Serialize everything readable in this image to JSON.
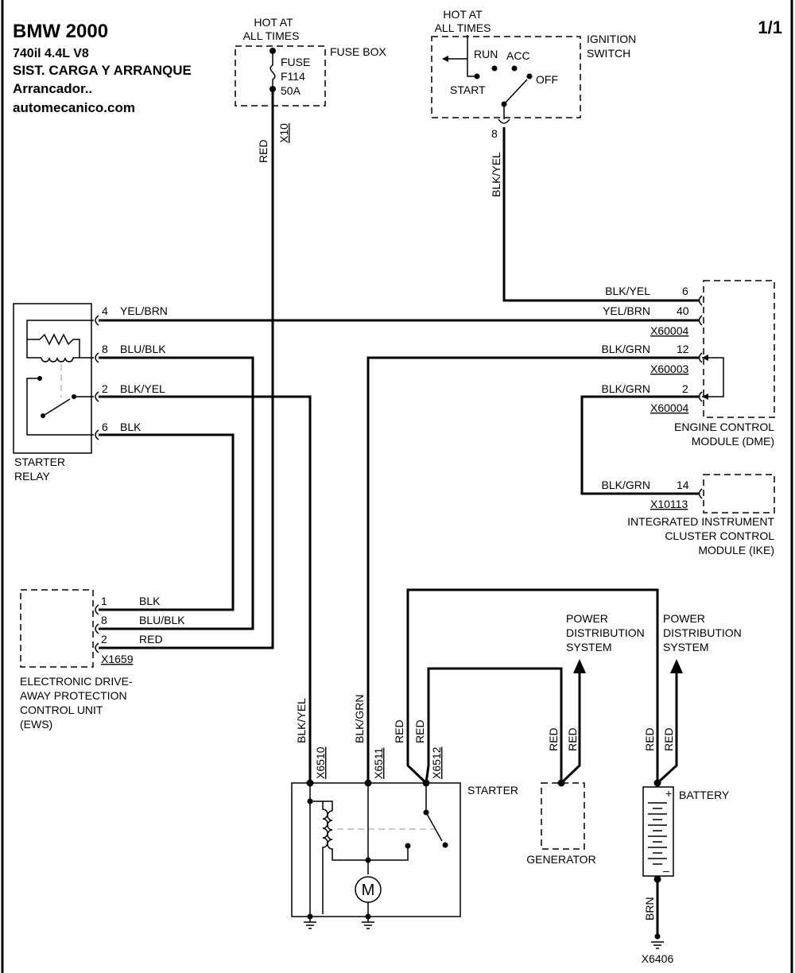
{
  "header": {
    "title": "BMW  2000",
    "model": "740il  4.4L  V8",
    "system": "SIST. CARGA Y ARRANQUE",
    "subsystem": "Arrancador..",
    "website": "automecanico.com",
    "page": "1/1"
  },
  "fuse_box": {
    "hot_line1": "HOT AT",
    "hot_line2": "ALL TIMES",
    "label": "FUSE BOX",
    "fuse_line1": "FUSE",
    "fuse_line2": "F114",
    "fuse_line3": "50A",
    "connector": "X10",
    "wire_color": "RED"
  },
  "ignition": {
    "hot_line1": "HOT AT",
    "hot_line2": "ALL TIMES",
    "label_line1": "IGNITION",
    "label_line2": "SWITCH",
    "run": "RUN",
    "acc": "ACC",
    "start": "START",
    "off": "OFF",
    "pin": "8",
    "wire_color": "BLK/YEL"
  },
  "starter_relay": {
    "label_line1": "STARTER",
    "label_line2": "RELAY",
    "pins": [
      {
        "pin": "4",
        "color": "YEL/BRN"
      },
      {
        "pin": "8",
        "color": "BLU/BLK"
      },
      {
        "pin": "2",
        "color": "BLK/YEL"
      },
      {
        "pin": "6",
        "color": "BLK"
      }
    ]
  },
  "dme": {
    "label_line1": "ENGINE CONTROL",
    "label_line2": "MODULE (DME)",
    "pins": [
      {
        "color": "BLK/YEL",
        "pin": "6"
      },
      {
        "color": "YEL/BRN",
        "pin": "40"
      },
      {
        "color": "BLK/GRN",
        "pin": "12"
      },
      {
        "color": "BLK/GRN",
        "pin": "2"
      }
    ],
    "connectors": [
      "X60004",
      "X60003",
      "X60004"
    ]
  },
  "ike": {
    "color": "BLK/GRN",
    "pin": "14",
    "connector": "X10113",
    "label_line1": "INTEGRATED INSTRUMENT",
    "label_line2": "CLUSTER CONTROL",
    "label_line3": "MODULE (IKE)"
  },
  "ews": {
    "pins": [
      {
        "pin": "1",
        "color": "BLK"
      },
      {
        "pin": "8",
        "color": "BLU/BLK"
      },
      {
        "pin": "2",
        "color": "RED"
      }
    ],
    "connector": "X1659",
    "label_line1": "ELECTRONIC DRIVE-",
    "label_line2": "AWAY PROTECTION",
    "label_line3": "CONTROL UNIT",
    "label_line4": "(EWS)"
  },
  "starter": {
    "label": "STARTER",
    "motor": "M",
    "wires": [
      "BLK/YEL",
      "BLK/GRN",
      "RED",
      "RED"
    ],
    "connectors": [
      "X6510",
      "X6511",
      "X6512"
    ]
  },
  "generator": {
    "label": "GENERATOR",
    "wires": [
      "RED",
      "RED"
    ],
    "pds_line1": "POWER",
    "pds_line2": "DISTRIBUTION",
    "pds_line3": "SYSTEM"
  },
  "battery": {
    "label": "BATTERY",
    "plus": "+",
    "minus": "–",
    "wires": [
      "RED",
      "RED"
    ],
    "pds_line1": "POWER",
    "pds_line2": "DISTRIBUTION",
    "pds_line3": "SYSTEM",
    "ground_wire": "BRN",
    "ground_connector": "X6406"
  }
}
